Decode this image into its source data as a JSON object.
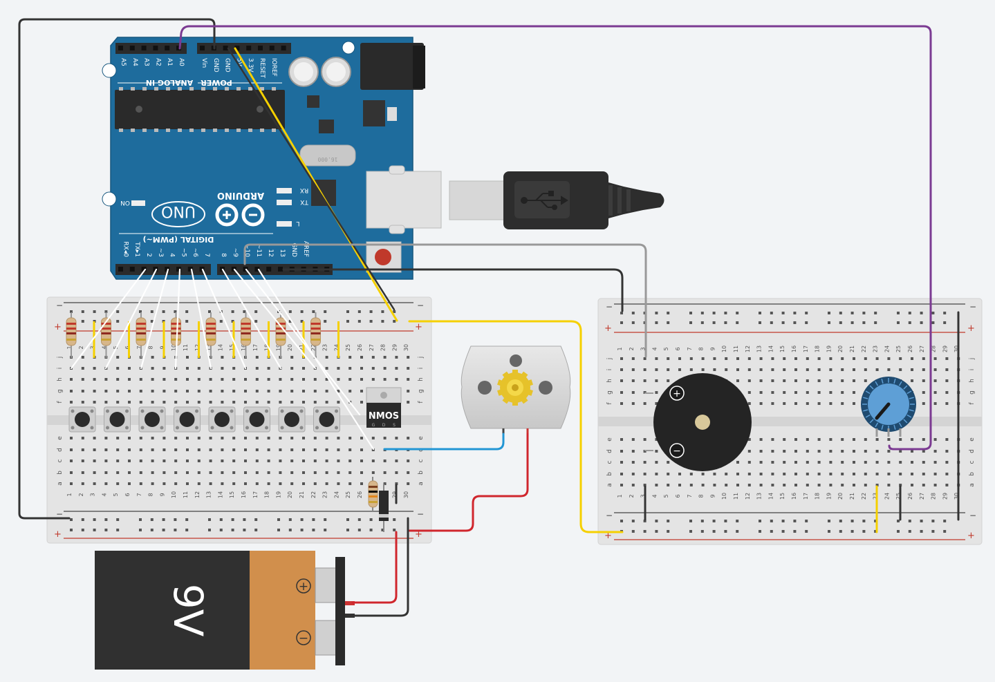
{
  "arduino": {
    "logo_text": "ARDUINO",
    "model": "UNO",
    "header_analog": "ANALOG IN",
    "header_power": "POWER",
    "header_digital": "DIGITAL (PWM~)",
    "analog_pins": [
      "A0",
      "A1",
      "A2",
      "A3",
      "A4",
      "A5"
    ],
    "power_pins": [
      "Vin",
      "GND",
      "GND",
      "5V",
      "3.3V",
      "RESET",
      "IOREF"
    ],
    "digital_pins_low": [
      "7",
      "~6",
      "~5",
      "4",
      "~3",
      "2",
      "TX▸1",
      "RX◂0"
    ],
    "digital_pins_high": [
      "AREF",
      "GND",
      "13",
      "12",
      "~11",
      "~10",
      "~9",
      "8"
    ],
    "led_labels": [
      "RX",
      "TX",
      "L"
    ],
    "on_label": "ON"
  },
  "breadboard_left": {
    "col_numbers": [
      "1",
      "2",
      "3",
      "4",
      "5",
      "6",
      "7",
      "8",
      "9",
      "10",
      "11",
      "12",
      "13",
      "14",
      "15",
      "16",
      "17",
      "18",
      "19",
      "20",
      "21",
      "22",
      "23",
      "24",
      "25",
      "26",
      "27",
      "28",
      "29",
      "30"
    ],
    "row_letters_top": [
      "j",
      "i",
      "h",
      "g",
      "f"
    ],
    "row_letters_bottom": [
      "e",
      "d",
      "c",
      "b",
      "a"
    ],
    "rail_minus": "−",
    "rail_plus": "+"
  },
  "breadboard_right": {
    "col_numbers": [
      "1",
      "2",
      "3",
      "4",
      "5",
      "6",
      "7",
      "8",
      "9",
      "10",
      "11",
      "12",
      "13",
      "14",
      "15",
      "16",
      "17",
      "18",
      "19",
      "20",
      "21",
      "22",
      "23",
      "24",
      "25",
      "26",
      "27",
      "28",
      "29",
      "30"
    ],
    "row_letters_top": [
      "j",
      "i",
      "h",
      "g",
      "f"
    ],
    "row_letters_bottom": [
      "e",
      "d",
      "c",
      "b",
      "a"
    ],
    "rail_minus": "−",
    "rail_plus": "+"
  },
  "components": {
    "nmos_label": "NMOS",
    "nmos_pins": [
      "G",
      "D",
      "S"
    ],
    "battery_label": "9V",
    "battery_plus": "+",
    "battery_minus": "−",
    "buzzer_plus": "+",
    "buzzer_minus": "−",
    "pushbutton_count": 8,
    "resistor_count": 8
  },
  "colors": {
    "arduino_blue": "#1e6c9d",
    "wire_white": "#ffffff",
    "wire_yellow": "#f5d000",
    "wire_black": "#333333",
    "wire_gray": "#999999",
    "wire_purple": "#7b3a92",
    "wire_red": "#d0262d",
    "wire_blue": "#2296d4",
    "breadboard": "#e4e4e4",
    "battery_orange": "#d18f4c",
    "battery_black": "#303030"
  }
}
